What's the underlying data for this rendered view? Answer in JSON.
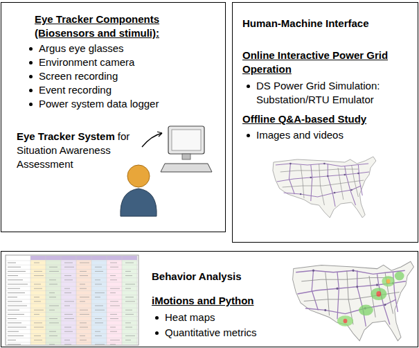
{
  "diagram": {
    "nodes": [
      {
        "text": [
          "Eye Tracker Components (Biosensors and stimuli):",
          "Argus eye glasses",
          "Environment  camera",
          "Screen recording",
          "Event recording",
          "Power system data logger",
          "Eye Tracker System",
          "for Situation Awareness Assessment"
        ]
      },
      {
        "text": [
          "Human-Machine Interface",
          "Online Interactive Power Grid Operation",
          "DS Power Grid Simulation: Substation/RTU Emulator",
          "Offline Q&A-based Study",
          "Images and videos"
        ]
      },
      {
        "text": [
          "Behavior Analysis",
          "iMotions and Python",
          "Heat maps",
          "Quantitative metrics"
        ]
      }
    ]
  }
}
